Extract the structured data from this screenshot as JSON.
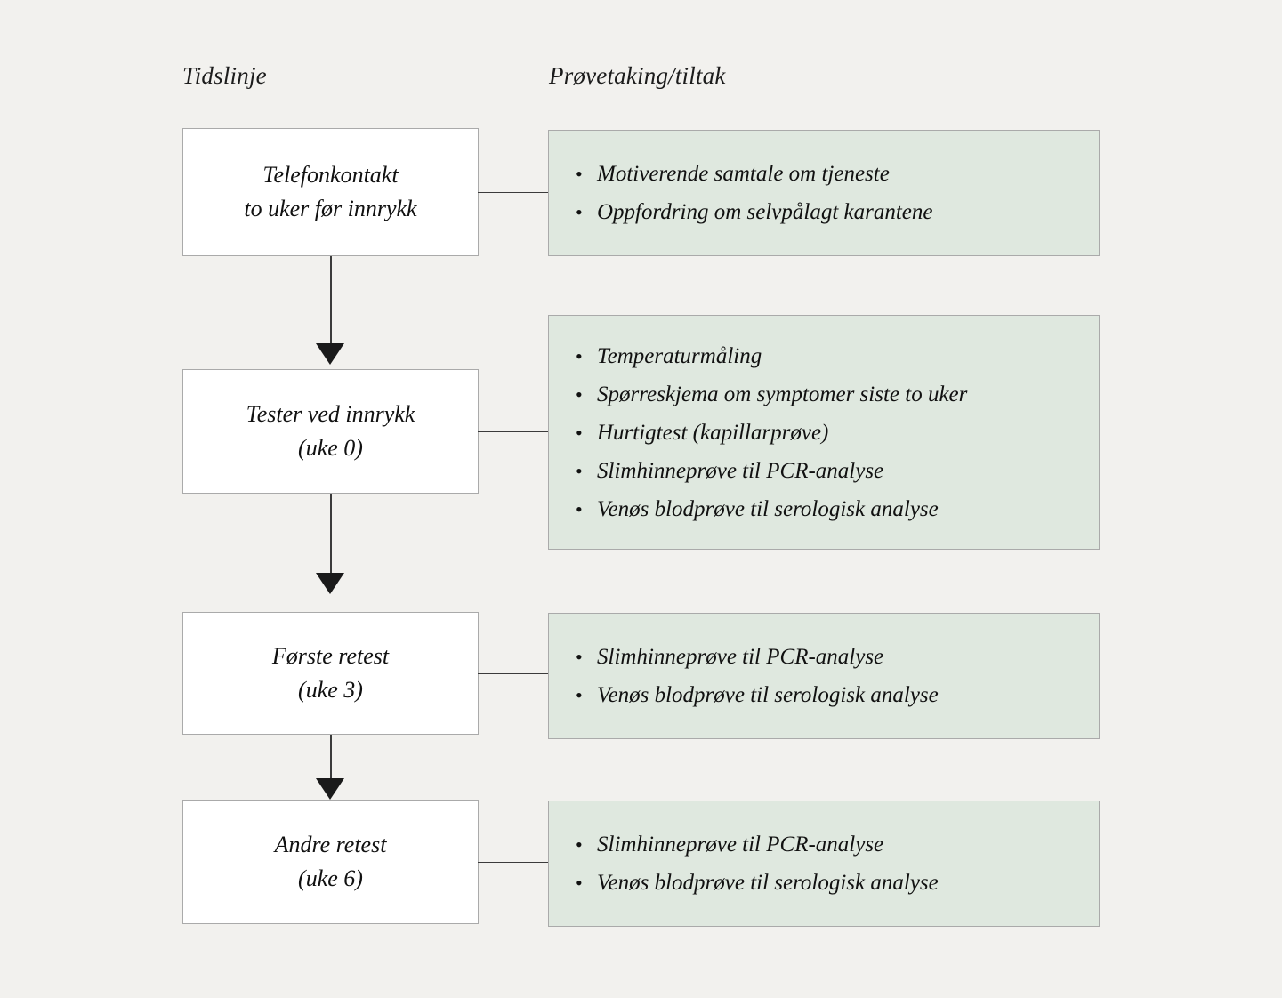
{
  "headers": {
    "timeline": "Tidslinje",
    "sampling": "Prøvetaking/tiltak"
  },
  "colors": {
    "page_background": "#f2f1ee",
    "stage_box_fill": "#ffffff",
    "stage_box_border": "#aaaaaa",
    "measure_box_fill": "#dfe8df",
    "measure_box_border": "#aaaaaa",
    "connector": "#3b3b3b",
    "text": "#111111"
  },
  "bullet_glyph": "•",
  "stages": [
    {
      "title": "Telefonkontakt",
      "subtitle": "to uker før innrykk",
      "measures": [
        "Motiverende samtale om tjeneste",
        "Oppfordring om selvpålagt karantene"
      ]
    },
    {
      "title": "Tester ved innrykk",
      "subtitle": "(uke 0)",
      "measures": [
        "Temperaturmåling",
        "Spørreskjema om symptomer siste to uker",
        "Hurtigtest (kapillarprøve)",
        "Slimhinneprøve til PCR-analyse",
        "Venøs blodprøve til serologisk analyse"
      ]
    },
    {
      "title": "Første retest",
      "subtitle": "(uke 3)",
      "measures": [
        "Slimhinneprøve til PCR-analyse",
        "Venøs blodprøve til serologisk analyse"
      ]
    },
    {
      "title": "Andre retest",
      "subtitle": "(uke 6)",
      "measures": [
        "Slimhinneprøve til PCR-analyse",
        "Venøs blodprøve til serologisk analyse"
      ]
    }
  ]
}
